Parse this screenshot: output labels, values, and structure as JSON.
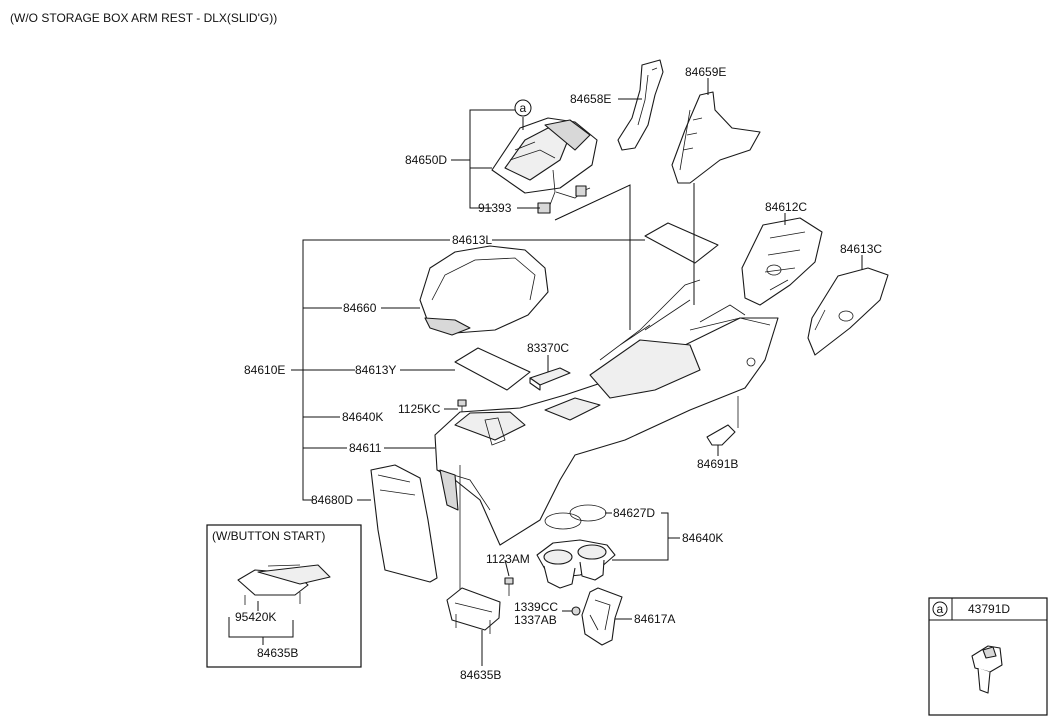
{
  "header": {
    "title": "(W/O STORAGE BOX ARM REST - DLX(SLID'G))"
  },
  "labels": {
    "p84659E": "84659E",
    "p84658E": "84658E",
    "p84650D": "84650D",
    "p91393": "91393",
    "p84613L": "84613L",
    "p84612C": "84612C",
    "p84613C": "84613C",
    "p84660": "84660",
    "p84610E": "84610E",
    "p84613Y": "84613Y",
    "p83370C": "83370C",
    "p1125KC": "1125KC",
    "p84640K_upper": "84640K",
    "p84611": "84611",
    "p84691B": "84691B",
    "p84680D": "84680D",
    "p84627D": "84627D",
    "p84640K_lower": "84640K",
    "p1123AM": "1123AM",
    "p1339CC": "1339CC",
    "p1337AB": "1337AB",
    "p84617A": "84617A",
    "p84635B_center": "84635B",
    "p95420K": "95420K",
    "p84635B_inset": "84635B",
    "p43791D": "43791D"
  },
  "callouts": {
    "a_marker": "a",
    "a_inset_marker": "a"
  },
  "inset": {
    "title": "(W/BUTTON START)"
  }
}
